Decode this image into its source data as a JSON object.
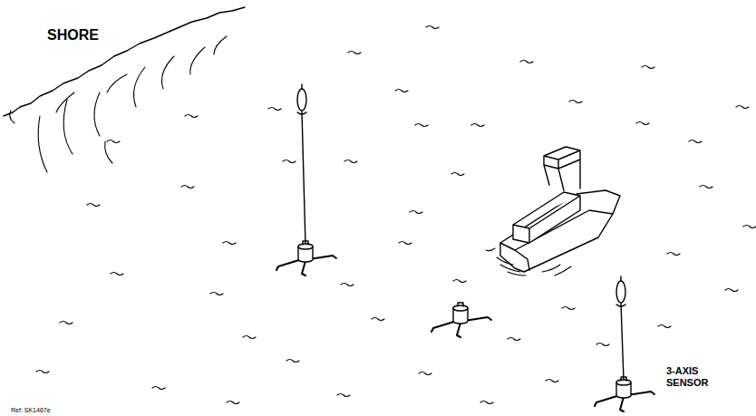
{
  "diagram": {
    "labels": [
      "SHORE",
      "3-AXIS SENSOR",
      "Ref: SK1467e"
    ]
  }
}
